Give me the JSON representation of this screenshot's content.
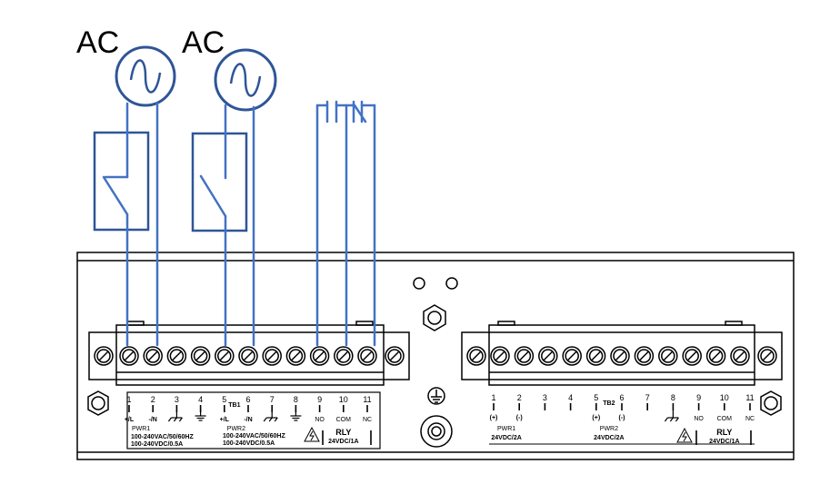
{
  "sources": [
    {
      "label": "AC"
    },
    {
      "label": "AC"
    }
  ],
  "tb1": {
    "name": "TB1",
    "terminals": [
      "1",
      "2",
      "3",
      "4",
      "5",
      "6",
      "7",
      "8",
      "9",
      "10",
      "11"
    ],
    "signals": {
      "t1": "+/L",
      "t2": "-/N",
      "t5": "+/L",
      "t6": "-/N",
      "t9": "NO",
      "t10": "COM",
      "t11": "NC"
    },
    "groups": {
      "pwr1": "PWR1",
      "pwr2": "PWR2",
      "rly": "RLY"
    },
    "ratings": {
      "pwr1_ac": "100-240VAC/50/60HZ",
      "pwr1_dc": "100-240VDC/0.5A",
      "pwr2_ac": "100-240VAC/50/60HZ",
      "pwr2_dc": "100-240VDC/0.5A",
      "rly": "24VDC/1A"
    }
  },
  "tb2": {
    "name": "TB2",
    "terminals": [
      "1",
      "2",
      "3",
      "4",
      "5",
      "6",
      "7",
      "8",
      "9",
      "10",
      "11"
    ],
    "signals": {
      "t1": "(+)",
      "t2": "(-)",
      "t5": "(+)",
      "t6": "(-)",
      "t9": "NO",
      "t10": "COM",
      "t11": "NC"
    },
    "groups": {
      "pwr1": "PWR1",
      "pwr2": "PWR2",
      "rly": "RLY"
    },
    "ratings": {
      "pwr1": "24VDC/2A",
      "pwr2": "24VDC/2A",
      "rly": "24VDC/1A"
    }
  },
  "colors": {
    "wire": "#4472C4",
    "switch_box": "#2F5597",
    "outline": "#000000",
    "panel": "#ffffff"
  }
}
